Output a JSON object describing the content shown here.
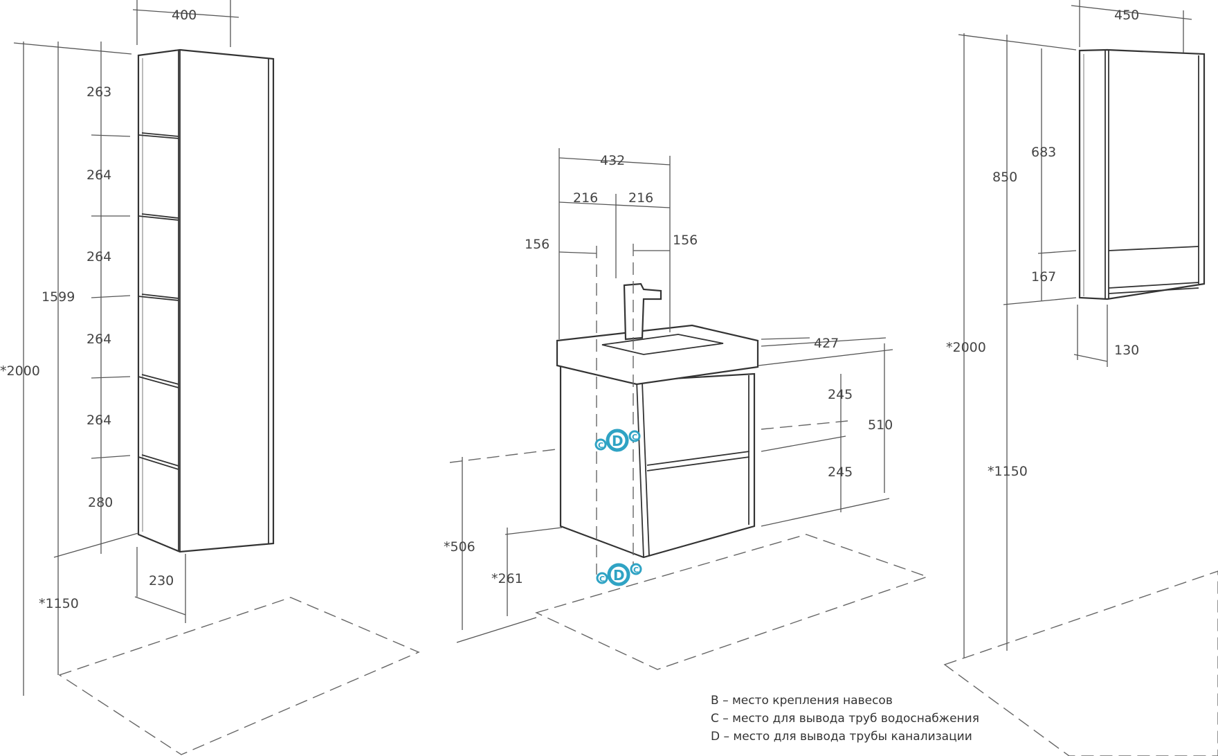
{
  "tall_cabinet": {
    "width": "400",
    "depth": "230",
    "height": "1599",
    "floor_height": "*2000",
    "mount_height": "*1150",
    "shelves": [
      "263",
      "264",
      "264",
      "264",
      "264",
      "280"
    ]
  },
  "vanity": {
    "width": "432",
    "half_left": "216",
    "half_right": "216",
    "offset_left": "156",
    "offset_right": "156",
    "depth": "427",
    "height": "510",
    "drawer_top": "245",
    "drawer_bottom": "245",
    "floor_to_top": "*506",
    "floor_to_bottom": "*261"
  },
  "mirror_cabinet": {
    "width": "450",
    "depth": "130",
    "height": "850",
    "door_height": "683",
    "shelf_height": "167",
    "floor_height": "*2000",
    "mount_height": "*1150"
  },
  "markers": {
    "c_symbol": "C",
    "d_symbol": "D"
  },
  "legend": [
    "B – место крепления навесов",
    "C – место для вывода труб водоснабжения",
    "D – место для вывода трубы канализации"
  ],
  "colors": {
    "line": "#555555",
    "marker": "#2fa3c4"
  }
}
